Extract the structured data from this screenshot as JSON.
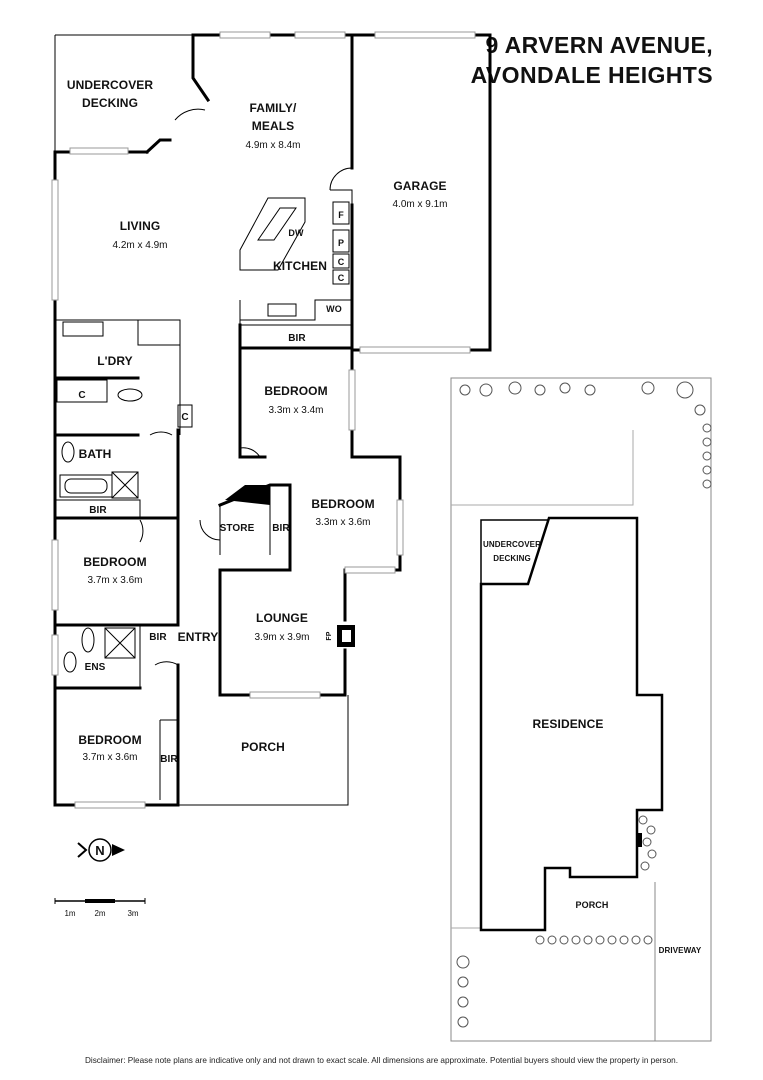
{
  "title": {
    "line1": "9 ARVERN AVENUE,",
    "line2": "AVONDALE HEIGHTS"
  },
  "rooms": {
    "decking": {
      "line1": "UNDERCOVER",
      "line2": "DECKING"
    },
    "family": {
      "line1": "FAMILY/",
      "line2": "MEALS",
      "dims": "4.9m x 8.4m"
    },
    "garage": {
      "name": "GARAGE",
      "dims": "4.0m x 9.1m"
    },
    "living": {
      "name": "LIVING",
      "dims": "4.2m x 4.9m"
    },
    "kitchen": {
      "name": "KITCHEN",
      "dw": "DW",
      "f": "F",
      "p": "P",
      "c1": "C",
      "c2": "C",
      "wo": "WO"
    },
    "bir_kitchen": "BIR",
    "laundry": {
      "name": "L'DRY",
      "c": "C"
    },
    "hall_c": "C",
    "bed_center": {
      "name": "BEDROOM",
      "dims": "3.3m x 3.4m"
    },
    "bath": {
      "name": "BATH",
      "bir": "BIR"
    },
    "bed_right": {
      "name": "BEDROOM",
      "dims": "3.3m x 3.6m"
    },
    "store": "STORE",
    "bir_store": "BIR",
    "bed_left": {
      "name": "BEDROOM",
      "dims": "3.7m x 3.6m"
    },
    "lounge": {
      "name": "LOUNGE",
      "dims": "3.9m x 3.9m",
      "fp": "FP"
    },
    "entry": "ENTRY",
    "ens": {
      "name": "ENS",
      "bir": "BIR"
    },
    "bed_master": {
      "name": "BEDROOM",
      "dims": "3.7m x 3.6m",
      "bir": "BIR"
    },
    "porch": "PORCH"
  },
  "scale": {
    "m1": "1m",
    "m2": "2m",
    "m3": "3m"
  },
  "compass": "N",
  "site": {
    "decking": {
      "line1": "UNDERCOVER",
      "line2": "DECKING"
    },
    "residence": "RESIDENCE",
    "porch": "PORCH",
    "driveway": "DRIVEWAY"
  },
  "disclaimer": "Disclaimer: Please note plans are indicative only and not drawn to exact scale. All dimensions are approximate. Potential buyers should view the property in person."
}
